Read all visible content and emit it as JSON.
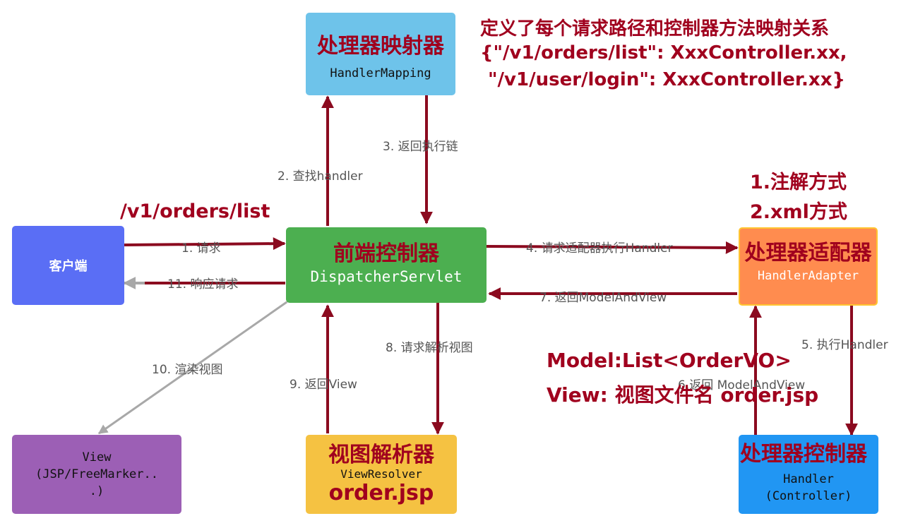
{
  "nodes": {
    "handler_mapping": {
      "title": "处理器映射器",
      "subtitle": "HandlerMapping"
    },
    "client": {
      "label": "客户端"
    },
    "dispatcher": {
      "title": "前端控制器",
      "subtitle": "DispatcherServlet"
    },
    "handler_adapter": {
      "title": "处理器适配器",
      "subtitle": "HandlerAdapter"
    },
    "view": {
      "label": "View\n(JSP/FreeMarker..\n.)"
    },
    "view_resolver": {
      "title": "视图解析器",
      "subtitle": "ViewResolver",
      "file": "order.jsp"
    },
    "handler": {
      "title": "处理器控制器",
      "subtitle": "Handler\n(Controller)"
    }
  },
  "edges": {
    "e1": "1. 请求",
    "e2": "2. 查找handler",
    "e3": "3. 返回执行链",
    "e4": "4. 请求适配器执行Handler",
    "e5": "5. 执行Handler",
    "e6": "6.返回 ModelAndView",
    "e7": "7. 返回ModelAndView",
    "e8": "8. 请求解析视图",
    "e9": "9. 返回View",
    "e10": "10. 渲染视图",
    "e11": "11. 响应请求"
  },
  "annotations": {
    "mapping_note_line1": "定义了每个请求路径和控制器方法映射关系",
    "mapping_note_line2": "{\"/v1/orders/list\": XxxController.xx,",
    "mapping_note_line3": "\"/v1/user/login\": XxxController.xx}",
    "request_path": "/v1/orders/list",
    "adapter_mode_1": "1.注解方式",
    "adapter_mode_2": "2.xml方式",
    "model_note": "Model:List<OrderVO>",
    "view_note": "View: 视图文件名 order.jsp"
  },
  "colors": {
    "arrow_main": "#8b0a1f",
    "arrow_gray": "#a8a8a8",
    "annotation_red": "#a0001e",
    "handler_mapping_fill": "#6ec3ea",
    "client_fill": "#5a6ef5",
    "dispatcher_fill": "#4caf50",
    "handler_adapter_fill": "#ff8c4f",
    "view_fill": "#9c5fb5",
    "view_resolver_fill": "#f5c242",
    "handler_fill": "#2196f3"
  }
}
